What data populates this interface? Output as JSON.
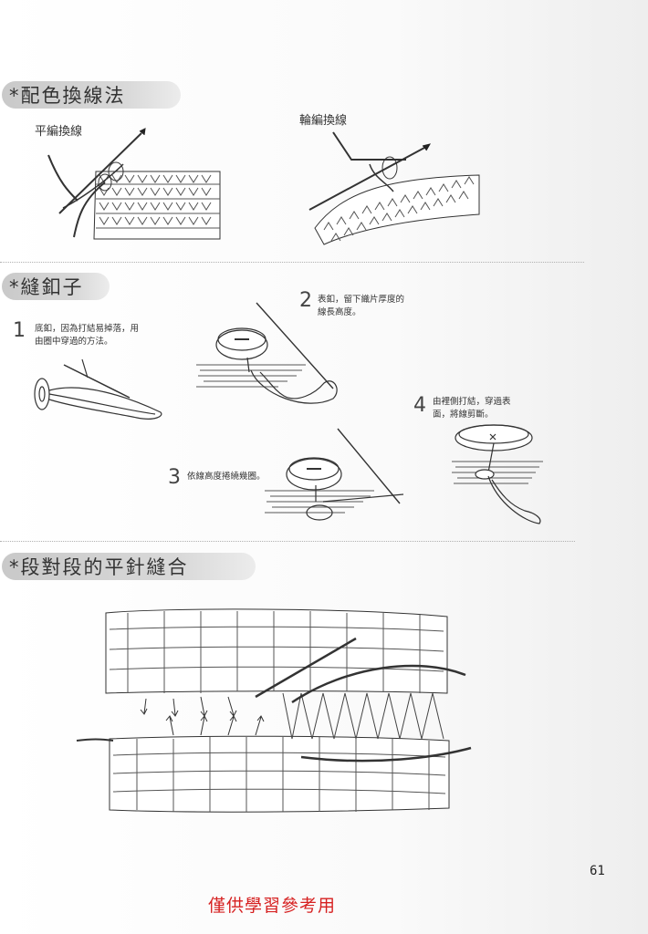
{
  "sections": {
    "color_change": {
      "title": "*配色換線法",
      "flat_label": "平編換線",
      "round_label": "輪編換線"
    },
    "buttons": {
      "title": "*縫釦子",
      "steps": [
        {
          "num": "1",
          "line1": "底釦，因為打結易掉落，用",
          "line2": "由圈中穿過的方法。"
        },
        {
          "num": "2",
          "line1": "表釦，留下織片厚度的",
          "line2": "線長高度。"
        },
        {
          "num": "3",
          "line1": "依線高度捲繞幾圈。",
          "line2": ""
        },
        {
          "num": "4",
          "line1": "由裡側打結，穿過表",
          "line2": "面，將線剪斷。"
        }
      ]
    },
    "seam": {
      "title": "*段對段的平針縫合"
    }
  },
  "footer": {
    "page_number": "61",
    "watermark": "僅供學習參考用"
  }
}
